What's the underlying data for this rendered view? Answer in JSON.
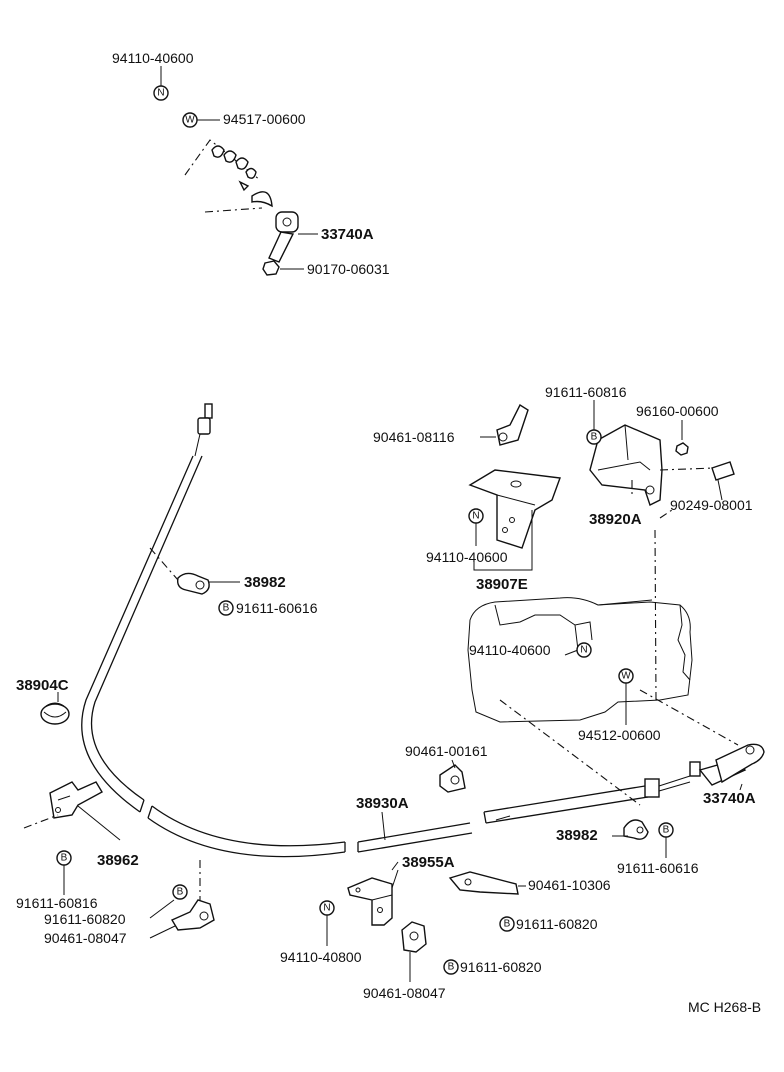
{
  "diagram_code": "MC H268-B",
  "markers": {
    "n": "N",
    "w": "W",
    "b": "B"
  },
  "labels": {
    "p94110_40600_top": "94110-40600",
    "p94517_00600": "94517-00600",
    "p33740A_top": "33740A",
    "p90170_06031": "90170-06031",
    "p91611_60816_top": "91611-60816",
    "p96160_00600": "96160-00600",
    "p90461_08116": "90461-08116",
    "p90249_08001": "90249-08001",
    "p38920A": "38920A",
    "p38982_top": "38982",
    "p91611_60616_top": "91611-60616",
    "p94110_40600_mid": "94110-40600",
    "p38907E": "38907E",
    "p38904C": "38904C",
    "p94110_40600_engine": "94110-40600",
    "p94512_00600": "94512-00600",
    "p90461_00161": "90461-00161",
    "p33740A_bottom": "33740A",
    "p38930A": "38930A",
    "p38982_bottom": "38982",
    "p91611_60616_bottom": "91611-60616",
    "p38962": "38962",
    "p91611_60816_left": "91611-60816",
    "p91611_60820_left": "91611-60820",
    "p90461_08047_left": "90461-08047",
    "p38955A": "38955A",
    "p90461_10306": "90461-10306",
    "p91611_60820_right": "91611-60820",
    "p94110_40800": "94110-40800",
    "p91611_60820_bottom": "91611-60820",
    "p90461_08047_bottom": "90461-08047"
  }
}
